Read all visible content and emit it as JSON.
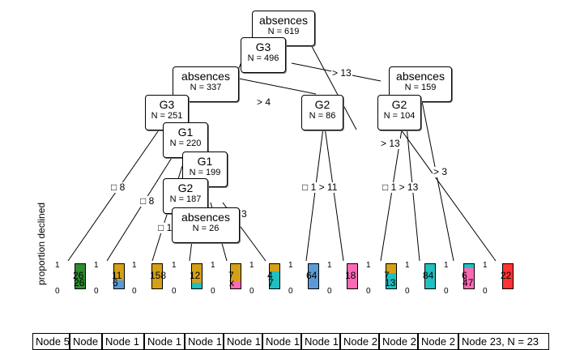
{
  "y_axis_label": "proportion declined",
  "axis": {
    "top": "1",
    "bottom": "0"
  },
  "nodes": [
    {
      "label": "absences",
      "n": "N = 619"
    },
    {
      "label": "G3",
      "n": "N = 496"
    },
    {
      "label": "absences",
      "n": "N = 337"
    },
    {
      "label": "G3",
      "n": "N = 251"
    },
    {
      "label": "G1",
      "n": "N = 220"
    },
    {
      "label": "G1",
      "n": "N = 199"
    },
    {
      "label": "G2",
      "n": "N = 187"
    },
    {
      "label": "absences",
      "n": "N = 26"
    },
    {
      "label": "G2",
      "n": "N = 86"
    },
    {
      "label": "absences",
      "n": "N = 159"
    },
    {
      "label": "G2",
      "n": "N = 104"
    }
  ],
  "edge_labels": [
    {
      "text": "> 13"
    },
    {
      "text": "> 4"
    },
    {
      "text": "> 13"
    },
    {
      "text": "> 3"
    },
    {
      "text": "□ 8"
    },
    {
      "text": "□ 8"
    },
    {
      "text": "□ 1 > 11"
    },
    {
      "text": "□ 1 > 13"
    },
    {
      "text": "□ 1"
    },
    {
      "text": "3"
    }
  ],
  "bars": [
    {
      "top": "26",
      "bottom": "26",
      "colors": [
        "#2e8b2e",
        "#2e8b2e"
      ],
      "split": 0.5
    },
    {
      "top": "11",
      "bottom": "6",
      "colors": [
        "#d4a017",
        "#5b9bd5"
      ],
      "split": 0.65
    },
    {
      "top": "158",
      "bottom": "",
      "colors": [
        "#d4a017",
        "#d4a017"
      ],
      "split": 1.0
    },
    {
      "top": "12",
      "bottom": "",
      "colors": [
        "#d4a017",
        "#20c0c0"
      ],
      "split": 0.75
    },
    {
      "top": "7",
      "bottom": "x",
      "colors": [
        "#d4a017",
        "#ff69b4"
      ],
      "split": 0.7
    },
    {
      "top": "4",
      "bottom": "7",
      "colors": [
        "#d4a017",
        "#20c0c0"
      ],
      "split": 0.3
    },
    {
      "top": "64",
      "bottom": "",
      "colors": [
        "#5b9bd5",
        "#5b9bd5"
      ],
      "split": 1.0
    },
    {
      "top": "18",
      "bottom": "",
      "colors": [
        "#ff69b4",
        "#ff69b4"
      ],
      "split": 1.0
    },
    {
      "top": "7",
      "bottom": "13",
      "colors": [
        "#d4a017",
        "#20c0c0"
      ],
      "split": 0.35
    },
    {
      "top": "84",
      "bottom": "",
      "colors": [
        "#20c0c0",
        "#20c0c0"
      ],
      "split": 1.0
    },
    {
      "top": "6",
      "bottom": "47",
      "colors": [
        "#20c0c0",
        "#ff69b4"
      ],
      "split": 0.15
    },
    {
      "top": "22",
      "bottom": "",
      "colors": [
        "#ff3333",
        "#ff3333"
      ],
      "split": 1.0
    }
  ],
  "footer_labels": [
    "Node 5",
    "Node",
    "Node 1",
    "Node 1",
    "Node 1",
    "Node 1",
    "Node 1",
    "Node 1",
    "Node 2",
    "Node 2",
    "Node 2",
    "Node 23, N = 23"
  ]
}
